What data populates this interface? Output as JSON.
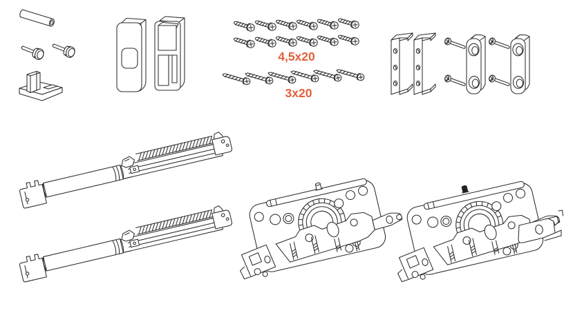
{
  "diagram": {
    "background": "#ffffff",
    "line_color": "#2b2b2b",
    "accent_color": "#e1603b",
    "pin_fill": "#1f1f1f"
  },
  "labels": {
    "screws_large": "4,5x20",
    "screws_small": "3x20"
  },
  "parts": {
    "guide_pin": {
      "icon": "cylinder-pin-icon",
      "count": 1
    },
    "stop_bolts": {
      "icon": "shoulder-bolt-icon",
      "count": 2
    },
    "floor_guide": {
      "icon": "floor-guide-icon",
      "count": 1
    },
    "cover_cap": {
      "icon": "cover-cap-icon",
      "count": 1
    },
    "clip_housing": {
      "icon": "clip-housing-icon",
      "count": 1
    },
    "screws_large": {
      "icon": "countersunk-screw-icon",
      "count": 12
    },
    "screws_small": {
      "icon": "countersunk-screw-icon",
      "count": 6
    },
    "angle_brackets": {
      "icon": "angle-bracket-icon",
      "count": 2
    },
    "spacer_blocks": {
      "icon": "spacer-block-icon",
      "count": 2,
      "screws_each": 2
    },
    "soft_close_dampers": {
      "icon": "soft-close-damper-icon",
      "count": 2
    },
    "roller_carriages": {
      "icon": "roller-carriage-icon",
      "count": 2
    }
  }
}
